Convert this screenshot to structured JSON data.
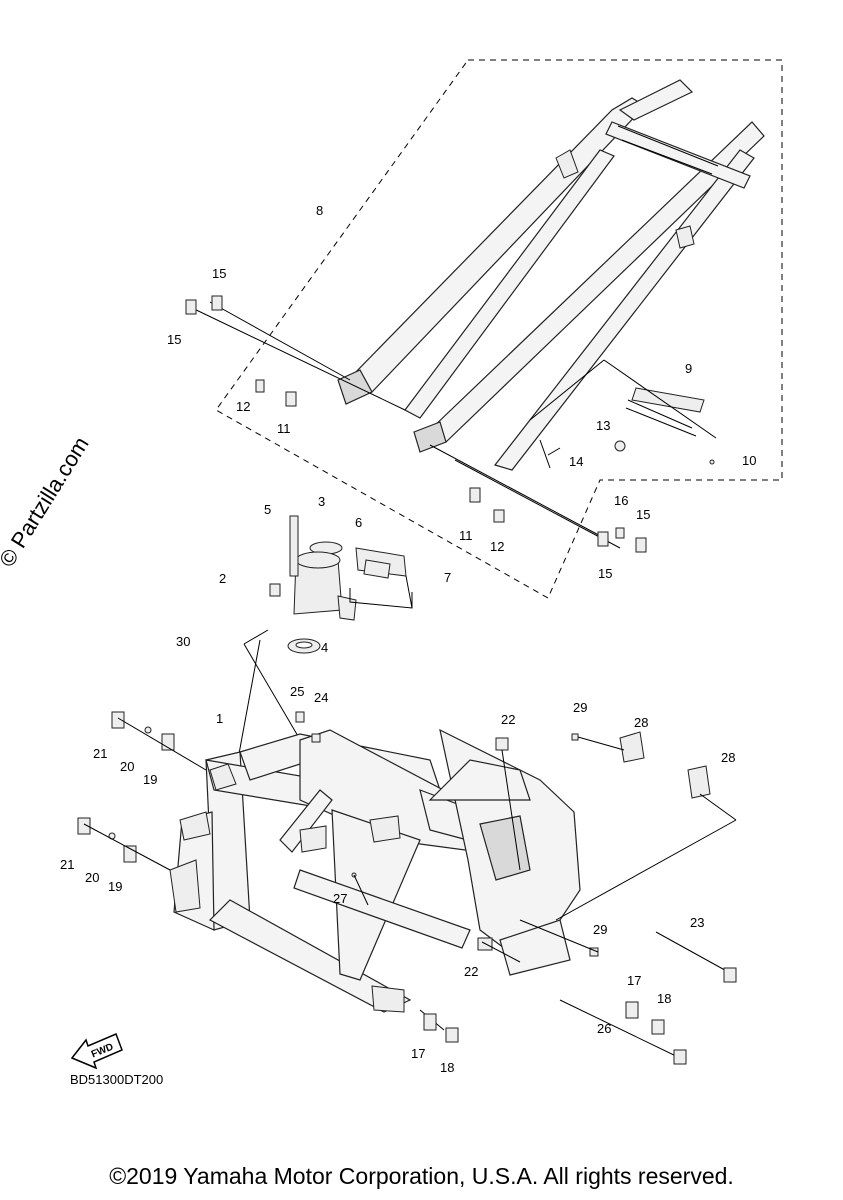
{
  "watermark": "© Partzilla.com",
  "diagram_code": "BD51300DT200",
  "copyright": "©2019 Yamaha Motor Corporation, U.S.A. All rights reserved.",
  "fwd_label": "FWD",
  "callouts": {
    "c1": "1",
    "c2": "2",
    "c3": "3",
    "c4": "4",
    "c5": "5",
    "c6": "6",
    "c7": "7",
    "c8": "8",
    "c9": "9",
    "c10": "10",
    "c11a": "11",
    "c11b": "11",
    "c12a": "12",
    "c12b": "12",
    "c13": "13",
    "c14": "14",
    "c15a": "15",
    "c15b": "15",
    "c15c": "15",
    "c15d": "15",
    "c16": "16",
    "c17a": "17",
    "c17b": "17",
    "c18a": "18",
    "c18b": "18",
    "c19a": "19",
    "c19b": "19",
    "c20a": "20",
    "c20b": "20",
    "c21a": "21",
    "c21b": "21",
    "c22a": "22",
    "c22b": "22",
    "c23": "23",
    "c24": "24",
    "c25": "25",
    "c26": "26",
    "c27": "27",
    "c28a": "28",
    "c28b": "28",
    "c29a": "29",
    "c29b": "29",
    "c30": "30"
  }
}
